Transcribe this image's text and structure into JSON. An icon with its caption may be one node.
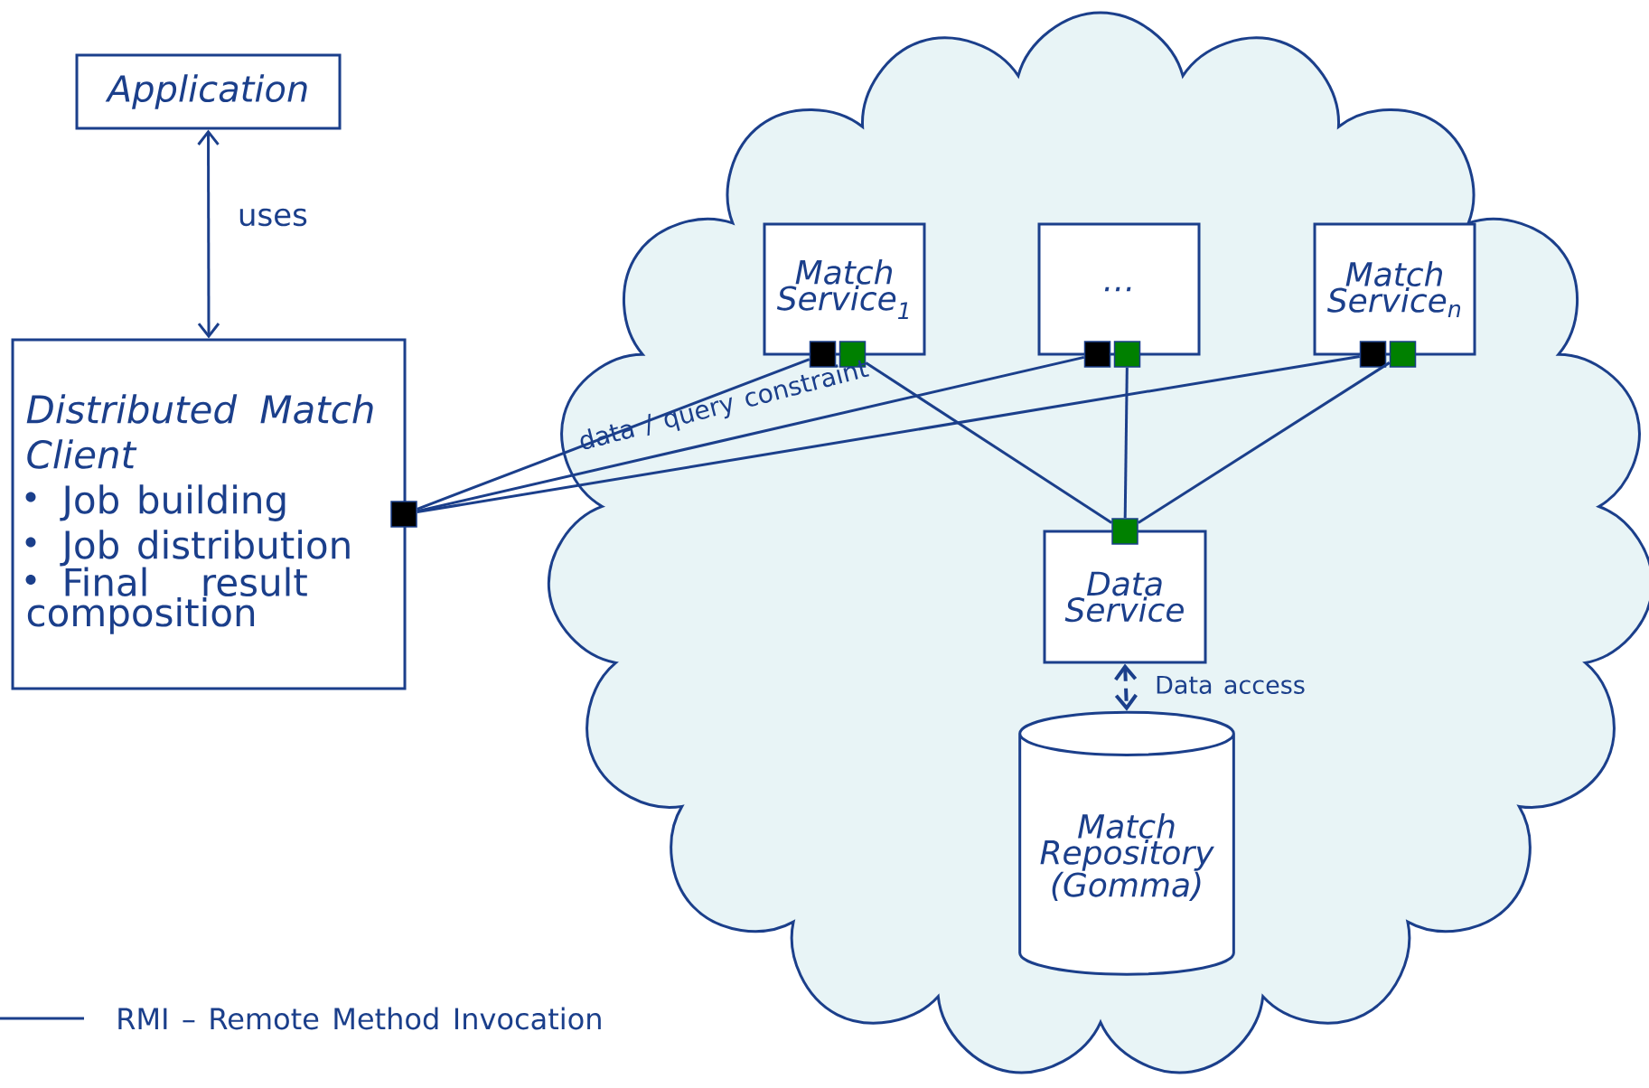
{
  "diagram": {
    "nodes": [
      {
        "text": [
          "Application"
        ]
      },
      {
        "text": [
          "Distributed Match Client",
          "Job building",
          "Job distribution",
          "Final result composition"
        ]
      },
      {
        "text": [
          "Match Service$_{1}$"
        ]
      },
      {
        "text": [
          "…"
        ]
      },
      {
        "text": [
          "Match Service$_{n}$"
        ]
      },
      {
        "text": [
          "Data Service"
        ]
      },
      {
        "text": [
          "Match Repository (Gomma)"
        ]
      },
      {
        "text": [],
        "shape": "box"
      },
      {
        "text": [],
        "shape": "box"
      },
      {
        "text": [],
        "shape": "box"
      },
      {
        "text": [],
        "shape": "box"
      },
      {
        "text": [],
        "shape": "box"
      },
      {
        "text": [],
        "shape": "box"
      },
      {
        "text": [],
        "shape": "box"
      },
      {
        "text": [],
        "shape": "box"
      }
    ],
    "edges": [
      {
        "from": 0,
        "to": 1,
        "arrow": "both",
        "label": "uses"
      },
      {
        "from": 7,
        "to": 8,
        "arrow": "none"
      },
      {
        "from": 7,
        "to": 10,
        "arrow": "none",
        "label": "data / query constraint"
      },
      {
        "from": 7,
        "to": 12,
        "arrow": "none"
      },
      {
        "from": 9,
        "to": 14,
        "arrow": "none"
      },
      {
        "from": 11,
        "to": 14,
        "arrow": "none"
      },
      {
        "from": 13,
        "to": 14,
        "arrow": "none"
      },
      {
        "from": 5,
        "to": 6,
        "arrow": "both",
        "style": "dashed",
        "label": "Data access"
      }
    ],
    "legend": [
      {
        "text": "RMI – Remote Method Invocation"
      }
    ]
  }
}
